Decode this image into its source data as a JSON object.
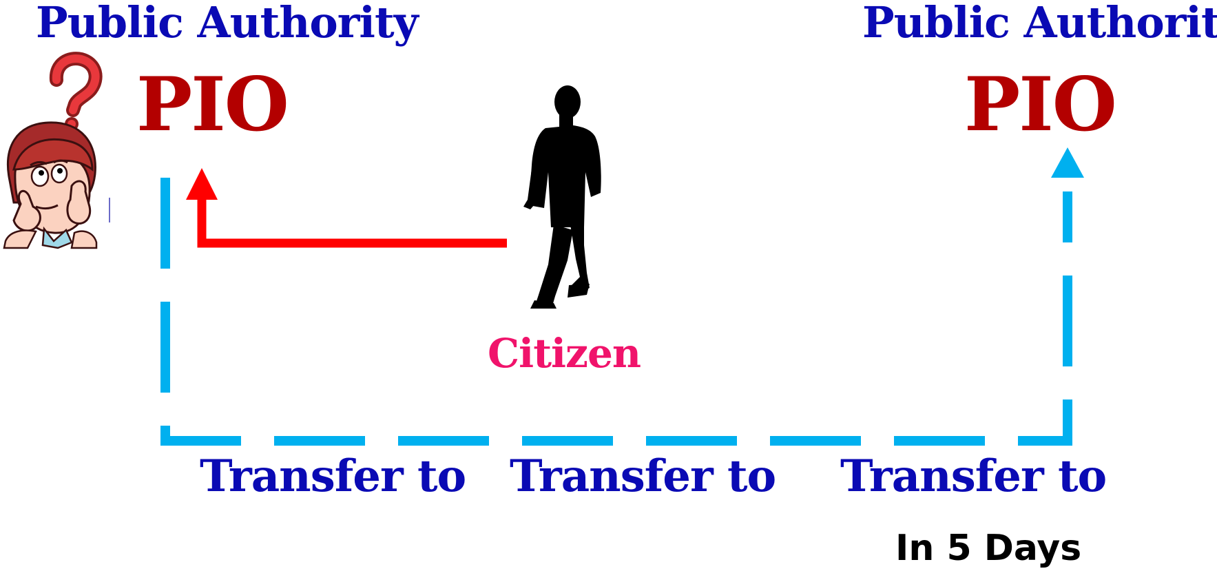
{
  "labels": {
    "authority_left": "Public Authority",
    "authority_right": "Public Authority",
    "pio_left": "PIO",
    "pio_right": "PIO",
    "citizen": "Citizen",
    "transfer_1": "Transfer to",
    "transfer_2": "Transfer to",
    "transfer_3": "Transfer to",
    "deadline": "In 5 Days",
    "question_mark": "?"
  },
  "colors": {
    "authority_text": "#0a0ab4",
    "pio_text": "#b30000",
    "citizen_text": "#f0136b",
    "transfer_text": "#0a0ab4",
    "deadline_text": "#000000",
    "direct_arrow": "#ff0000",
    "transfer_path": "#00b0ef",
    "question_mark": "#e8383c",
    "silhouette": "#000000"
  },
  "icons": {
    "confused_person": "thinking-person-icon",
    "citizen": "walking-man-silhouette-icon"
  }
}
